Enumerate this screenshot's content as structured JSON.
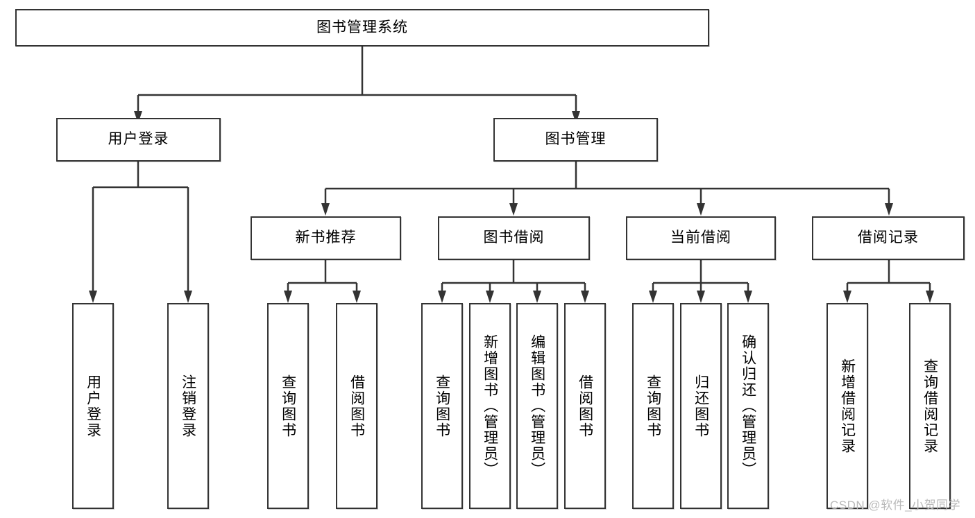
{
  "diagram": {
    "type": "tree-hierarchy",
    "title": "图书管理系统",
    "orientation": "top-down",
    "colors": {
      "stroke": "#333333",
      "fill": "#ffffff",
      "text": "#000000",
      "watermark": "#b9b9b9"
    },
    "levels": {
      "root": {
        "label": "图书管理系统"
      },
      "level2": [
        {
          "id": "user-login",
          "label": "用户登录"
        },
        {
          "id": "book-management",
          "label": "图书管理"
        }
      ],
      "level3": [
        {
          "id": "new-book-recommend",
          "label": "新书推荐"
        },
        {
          "id": "book-borrow",
          "label": "图书借阅"
        },
        {
          "id": "current-borrow",
          "label": "当前借阅"
        },
        {
          "id": "borrow-record",
          "label": "借阅记录"
        }
      ],
      "leaves": [
        {
          "id": "leaf-user-login",
          "label": "用户登录",
          "parent": "user-login"
        },
        {
          "id": "leaf-logout",
          "label": "注销登录",
          "parent": "user-login"
        },
        {
          "id": "leaf-query-book-1",
          "label": "查询图书",
          "parent": "new-book-recommend"
        },
        {
          "id": "leaf-borrow-book-1",
          "label": "借阅图书",
          "parent": "new-book-recommend"
        },
        {
          "id": "leaf-query-book-2",
          "label": "查询图书",
          "parent": "book-borrow"
        },
        {
          "id": "leaf-add-book",
          "label": "新增图书（管理员）",
          "parent": "book-borrow"
        },
        {
          "id": "leaf-edit-book",
          "label": "编辑图书（管理员）",
          "parent": "book-borrow"
        },
        {
          "id": "leaf-borrow-book-2",
          "label": "借阅图书",
          "parent": "book-borrow"
        },
        {
          "id": "leaf-query-book-3",
          "label": "查询图书",
          "parent": "current-borrow"
        },
        {
          "id": "leaf-return-book",
          "label": "归还图书",
          "parent": "current-borrow"
        },
        {
          "id": "leaf-confirm-return",
          "label": "确认归还（管理员）",
          "parent": "current-borrow"
        },
        {
          "id": "leaf-add-record",
          "label": "新增借阅记录",
          "parent": "borrow-record"
        },
        {
          "id": "leaf-query-record",
          "label": "查询借阅记录",
          "parent": "borrow-record"
        }
      ]
    },
    "watermark": "CSDN @软件_小贺同学"
  }
}
